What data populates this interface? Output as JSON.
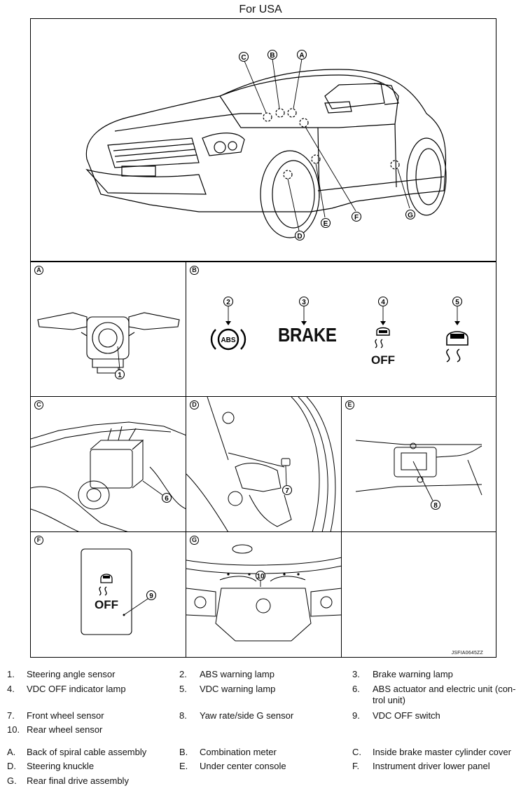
{
  "title": "For USA",
  "figure_ref": "JSFIA0645ZZ",
  "car_callouts": [
    "C",
    "B",
    "A",
    "D",
    "E",
    "F",
    "G"
  ],
  "panels": {
    "A": {
      "label": "A",
      "callouts": [
        "1"
      ]
    },
    "B": {
      "label": "B",
      "callouts": [
        "2",
        "3",
        "4",
        "5"
      ],
      "abs_text": "ABS",
      "brake_text": "BRAKE",
      "off_text": "OFF"
    },
    "C": {
      "label": "C",
      "callouts": [
        "6"
      ]
    },
    "D": {
      "label": "D",
      "callouts": [
        "7"
      ]
    },
    "E": {
      "label": "E",
      "callouts": [
        "8"
      ]
    },
    "F": {
      "label": "F",
      "callouts": [
        "9"
      ],
      "off_text": "OFF"
    },
    "G": {
      "label": "G",
      "callouts": [
        "10"
      ]
    }
  },
  "legend_numbered": [
    {
      "num": "1.",
      "text": "Steering angle sensor"
    },
    {
      "num": "2.",
      "text": "ABS warning lamp"
    },
    {
      "num": "3.",
      "text": "Brake warning lamp"
    },
    {
      "num": "4.",
      "text": "VDC OFF indicator lamp"
    },
    {
      "num": "5.",
      "text": "VDC warning lamp"
    },
    {
      "num": "6.",
      "text": "ABS actuator and electric unit (con-"
    },
    {
      "num": "",
      "text": "trol unit)"
    },
    {
      "num": "7.",
      "text": "Front wheel sensor"
    },
    {
      "num": "8.",
      "text": "Yaw rate/side G sensor"
    },
    {
      "num": "9.",
      "text": "VDC OFF switch"
    },
    {
      "num": "10.",
      "text": "Rear wheel sensor"
    }
  ],
  "legend_lettered": [
    {
      "num": "A.",
      "text": "Back of spiral cable assembly"
    },
    {
      "num": "B.",
      "text": "Combination meter"
    },
    {
      "num": "C.",
      "text": "Inside brake master cylinder cover"
    },
    {
      "num": "D.",
      "text": "Steering knuckle"
    },
    {
      "num": "E.",
      "text": "Under center console"
    },
    {
      "num": "F.",
      "text": "Instrument driver lower panel"
    },
    {
      "num": "G.",
      "text": "Rear final drive assembly"
    }
  ]
}
